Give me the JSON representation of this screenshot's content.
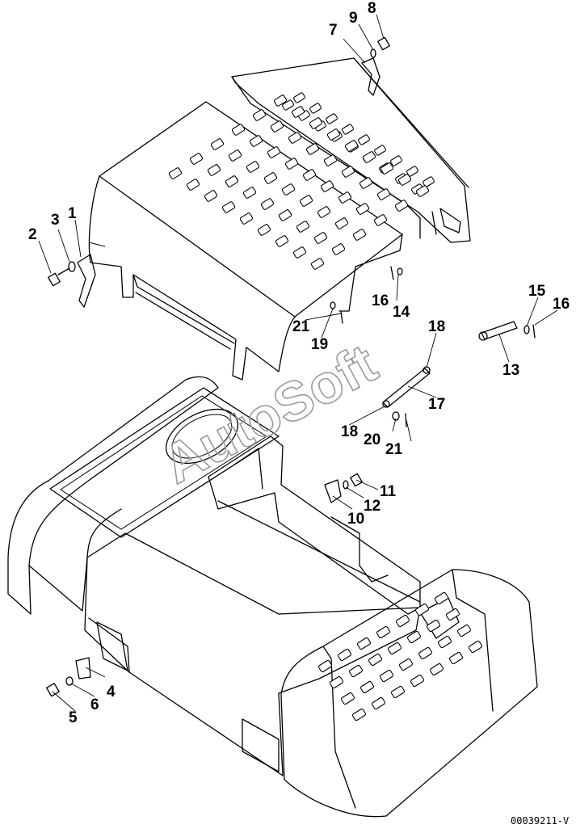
{
  "diagram": {
    "callouts": [
      {
        "id": "c1",
        "label": "1"
      },
      {
        "id": "c2",
        "label": "2"
      },
      {
        "id": "c3",
        "label": "3"
      },
      {
        "id": "c4",
        "label": "4"
      },
      {
        "id": "c5",
        "label": "5"
      },
      {
        "id": "c6",
        "label": "6"
      },
      {
        "id": "c7",
        "label": "7"
      },
      {
        "id": "c8",
        "label": "8"
      },
      {
        "id": "c9",
        "label": "9"
      },
      {
        "id": "c10",
        "label": "10"
      },
      {
        "id": "c11",
        "label": "11"
      },
      {
        "id": "c12",
        "label": "12"
      },
      {
        "id": "c13",
        "label": "13"
      },
      {
        "id": "c14",
        "label": "14"
      },
      {
        "id": "c15",
        "label": "15"
      },
      {
        "id": "c16a",
        "label": "16"
      },
      {
        "id": "c16b",
        "label": "16"
      },
      {
        "id": "c17",
        "label": "17"
      },
      {
        "id": "c18a",
        "label": "18"
      },
      {
        "id": "c18b",
        "label": "18"
      },
      {
        "id": "c19",
        "label": "19"
      },
      {
        "id": "c20",
        "label": "20"
      },
      {
        "id": "c21a",
        "label": "21"
      },
      {
        "id": "c21b",
        "label": "21"
      }
    ],
    "watermark": "AutoSoft",
    "drawing_code": "00039211-V"
  }
}
